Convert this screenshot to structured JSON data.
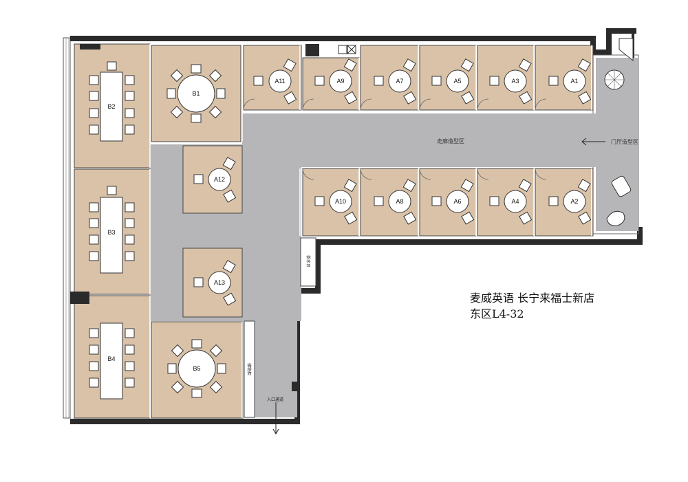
{
  "colors": {
    "room_fill": "#d9c2a8",
    "corridor_fill": "#b6b6b8",
    "wall": "#2b2b2b",
    "furniture": "#ffffff",
    "outline": "#333333"
  },
  "title": {
    "line1": "麦威英语 长宁来福士新店",
    "line2": "东区L4-32"
  },
  "rooms": {
    "B1": "B1",
    "B2": "B2",
    "B3": "B3",
    "B4": "B4",
    "B5": "B5",
    "A1": "A1",
    "A2": "A2",
    "A3": "A3",
    "A4": "A4",
    "A5": "A5",
    "A6": "A6",
    "A7": "A7",
    "A8": "A8",
    "A9": "A9",
    "A10": "A10",
    "A11": "A11",
    "A12": "A12",
    "A13": "A13"
  },
  "areas": {
    "corridor": "走廊造型区",
    "lobby": "门厅造型区",
    "tea_station": "茶水台",
    "storage": "储物柜",
    "entrance": "入口通道"
  }
}
